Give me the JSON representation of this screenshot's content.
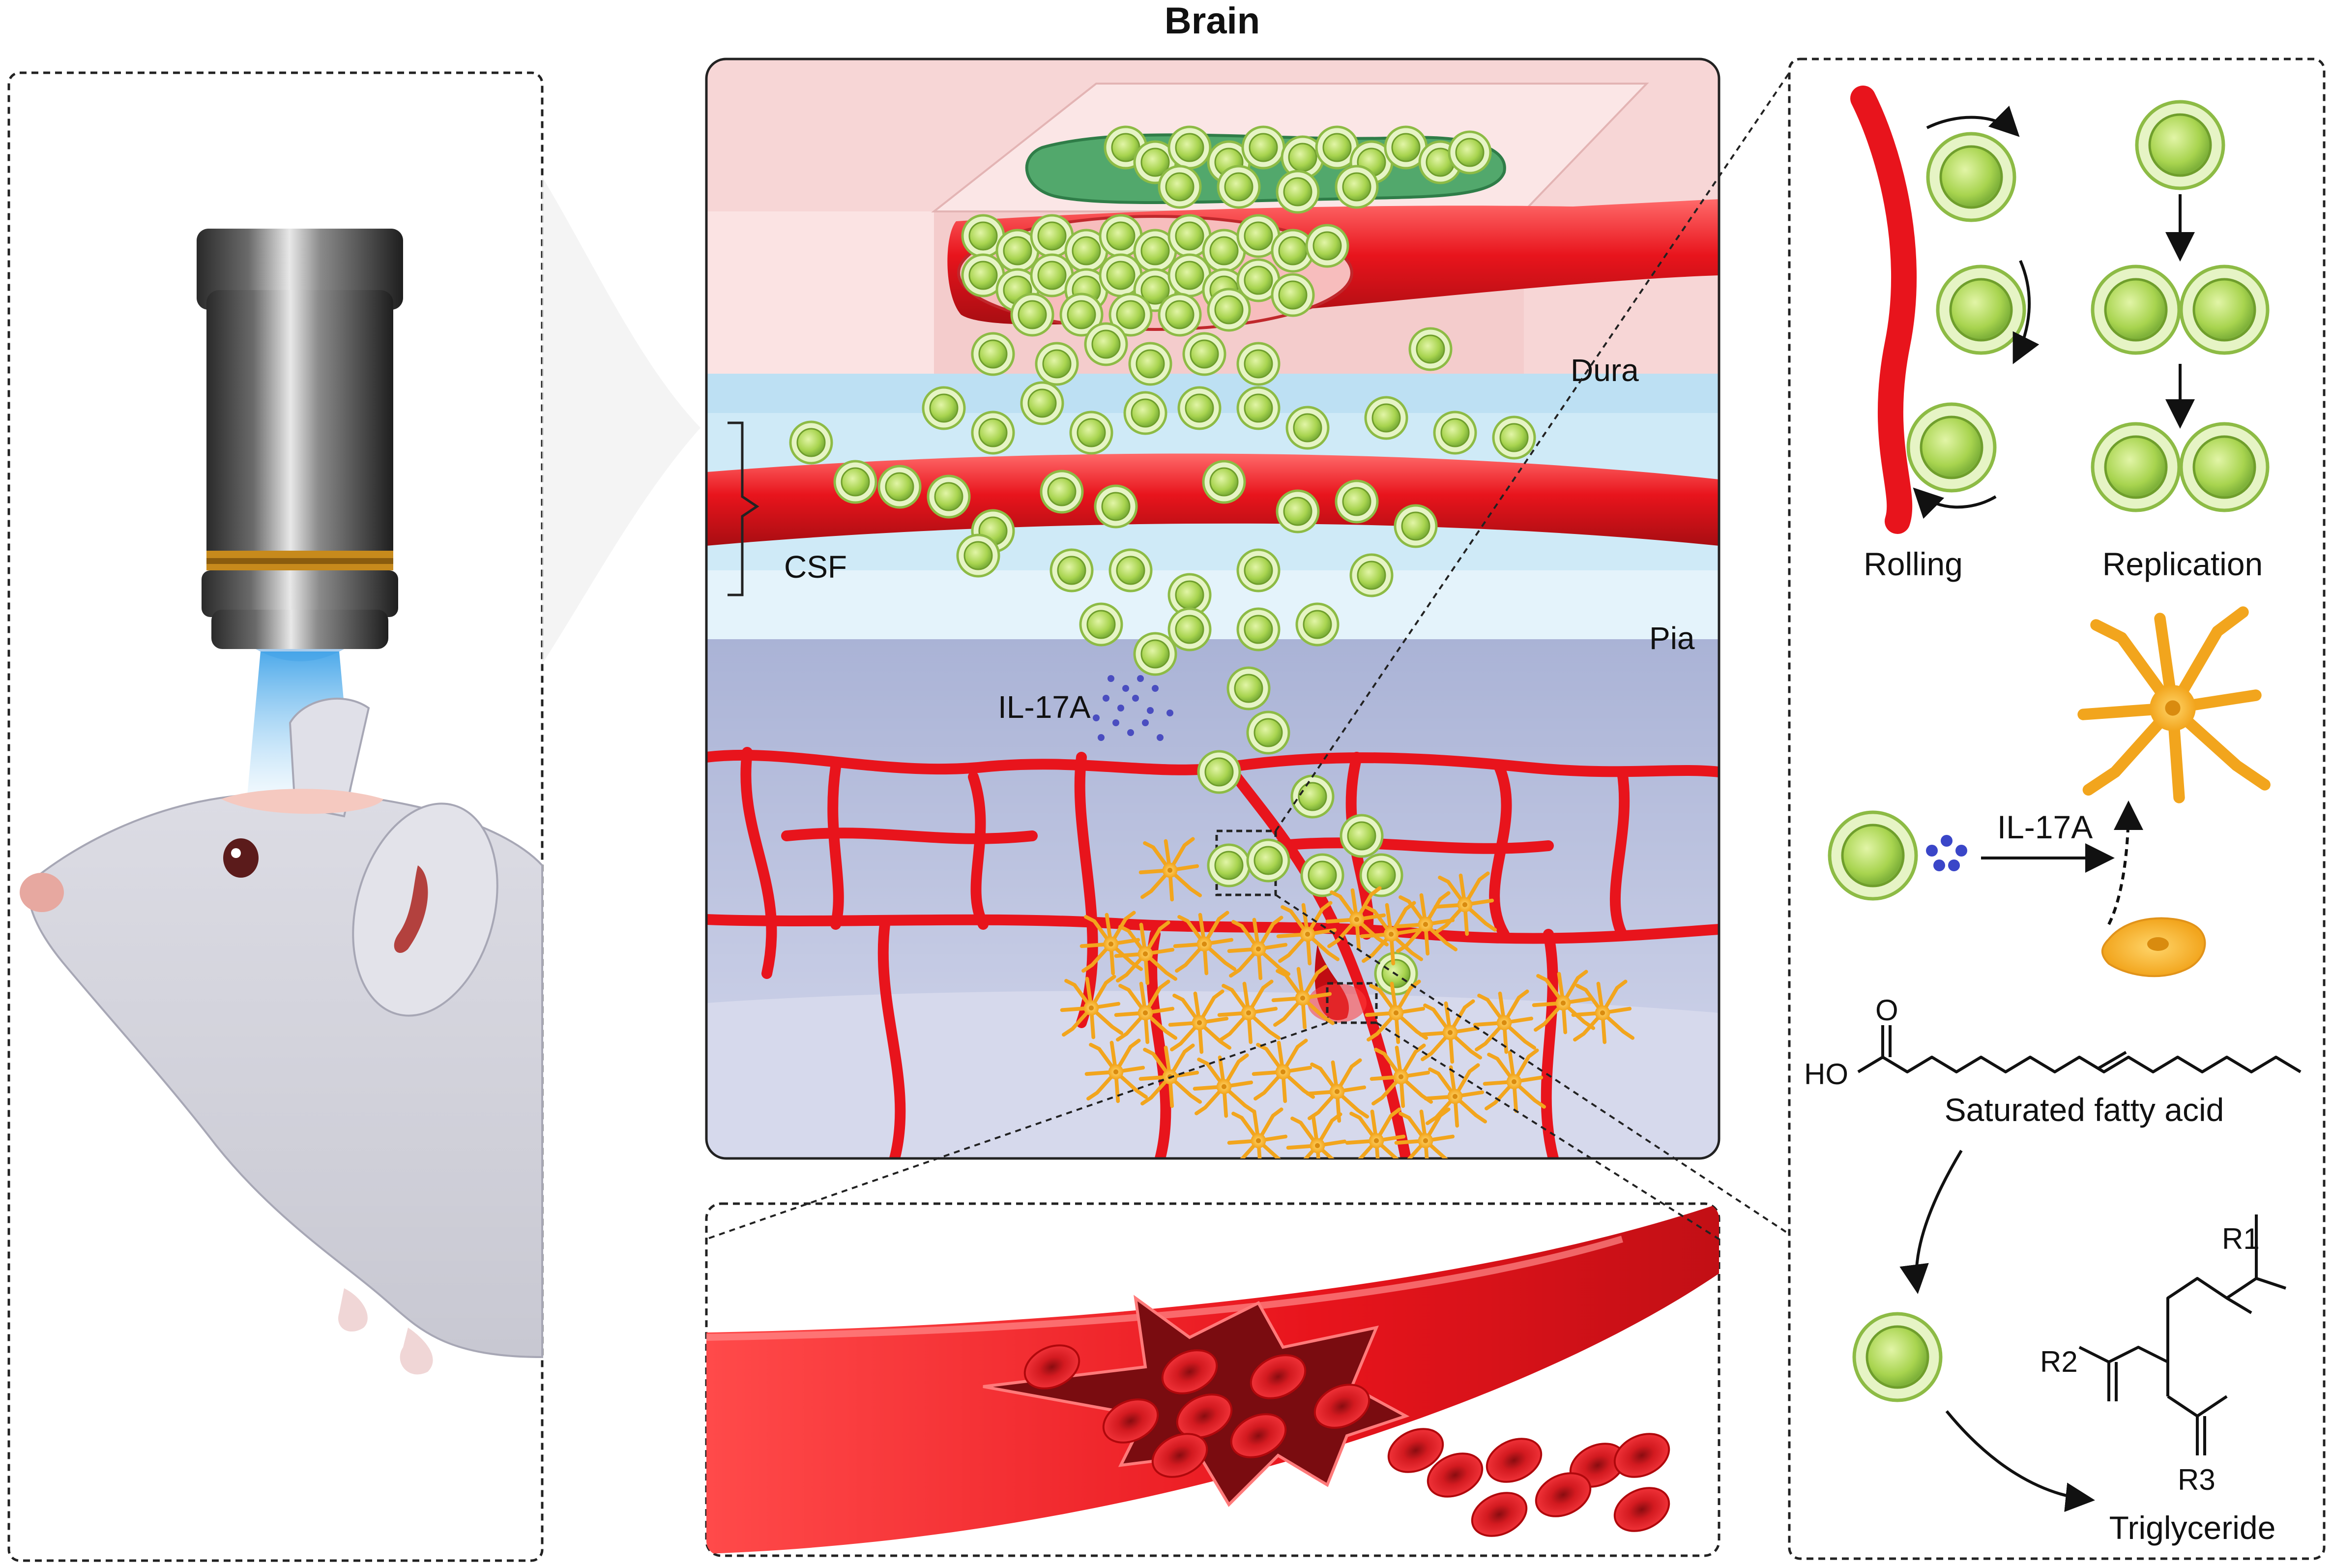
{
  "title": "Brain",
  "labels": {
    "dura": "Dura",
    "csf": "CSF",
    "pia": "Pia",
    "il17a": "IL-17A"
  },
  "right_panel": {
    "rolling": "Rolling",
    "replication": "Replication",
    "il17a": "IL-17A",
    "chem_ho": "HO",
    "chem_o": "O",
    "saturated_fatty_acid": "Saturated fatty acid",
    "r1": "R1",
    "r2": "R2",
    "r3": "R3",
    "triglyceride": "Triglyceride"
  },
  "colors": {
    "tcell_fill": "#b8df6a",
    "tcell_ring": "#e4f3c4",
    "vessel_red": "#e8141c",
    "dura_pink": "#f7d6d6",
    "csf_blue": "#cfeaf7",
    "brain_lavender": "#c6cde6",
    "astro_orange": "#f6b530",
    "lymph_green": "#3c9a5c"
  }
}
